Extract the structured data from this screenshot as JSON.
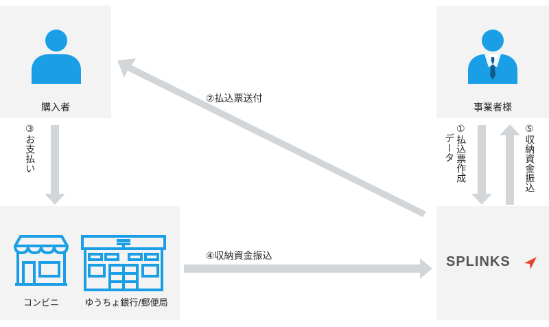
{
  "nodes": {
    "buyer": {
      "label": "購入者",
      "icon": "person-icon"
    },
    "business": {
      "label": "事業者様",
      "icon": "businessman-icon"
    },
    "store": {
      "conbini_label": "コンビニ",
      "bank_label": "ゆうちょ銀行/郵便局",
      "conbini_icon": "convenience-store-icon",
      "post_icon": "post-office-icon"
    },
    "provider": {
      "logo_text": "SPLINKS",
      "logo_icon": "splinks-logo"
    }
  },
  "flows": {
    "step1": "①払込票作成データ",
    "step1_line1": "①払込票作成",
    "step1_line2": "データ",
    "step2": "②払込票送付",
    "step3": "③お支払い",
    "step4": "④収納資金振込",
    "step5": "⑤収納資金振込"
  },
  "colors": {
    "icon_blue": "#1a9ee6",
    "arrow_gray": "#d3d6d9",
    "box_gray": "#f3f3f3",
    "logo_red": "#e8412f",
    "logo_text": "#555555"
  }
}
